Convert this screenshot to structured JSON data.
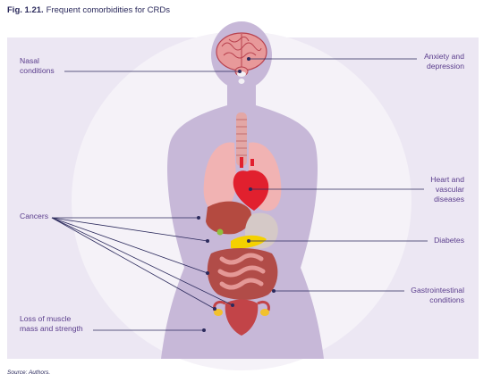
{
  "figure": {
    "number": "Fig. 1.21.",
    "title": "Frequent comorbidities for CRDs"
  },
  "labels": {
    "nasal": "Nasal\nconditions",
    "anxiety": "Anxiety and\ndepression",
    "heart": "Heart and\nvascular\ndiseases",
    "cancers": "Cancers",
    "diabetes": "Diabetes",
    "gastro": "Gastrointestinal\nconditions",
    "muscle": "Loss of muscle\nmass and strength"
  },
  "source": "Source: Authors.",
  "colors": {
    "panel_bg": "#ece7f3",
    "halo": "#f5f2f8",
    "body": "#c7b8d8",
    "line": "#2b2a5c",
    "label": "#5a3d8c"
  }
}
